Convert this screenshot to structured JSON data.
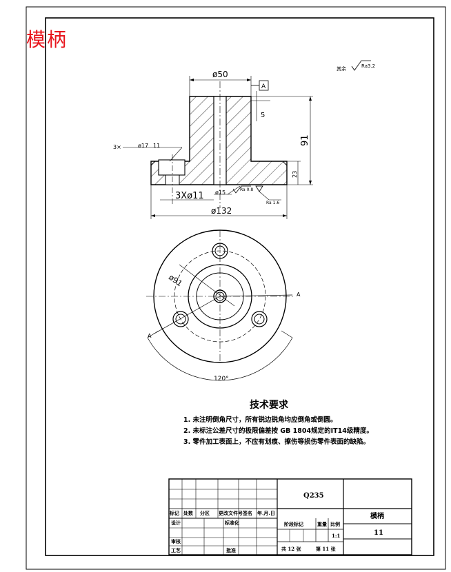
{
  "title": {
    "text": "模柄"
  },
  "dimensions": {
    "top_dia": "ø50",
    "flange_dia": "ø132",
    "height": "91",
    "flange_height": "23",
    "bore": "ø15",
    "step": "5",
    "holes": "3Xø11",
    "counterbore": "3×",
    "counterbore_depth": "ø17",
    "counterbore_note": "11",
    "circle_dia": "ø91",
    "angle": "120°"
  },
  "symbols": {
    "datum": "A",
    "section_left": "A",
    "section_right": "A",
    "rough_top": "Ra3.2",
    "rough_bore": "Ra 0.8",
    "rough_face": "Ra 1.6",
    "rough_other": "其余"
  },
  "tech_requirements": {
    "title": "技术要求",
    "items": [
      "1. 未注明倒角尺寸，所有锐边锐角均应倒角或倒圆。",
      "2. 未标注公差尺寸的极限偏差按 GB 1804规定的IT14级精度。",
      "3. 零件加工表面上，不应有划痕、擦伤等损伤零件表面的缺陷。"
    ]
  },
  "title_block": {
    "material": "Q235",
    "part_name": "模柄",
    "part_no": "11",
    "scale_label": "比例",
    "scale": "1:1",
    "weight_label": "重量",
    "stage_label": "阶段标记",
    "total_sheets": "共  12  张",
    "sheet_no": "第  11  张",
    "row_labels": [
      "标记",
      "处数",
      "分区",
      "更改文件号",
      "签名",
      "年.月.日"
    ],
    "design": "设计",
    "standardize": "标准化",
    "review": "审核",
    "process": "工艺",
    "approve": "批准"
  }
}
